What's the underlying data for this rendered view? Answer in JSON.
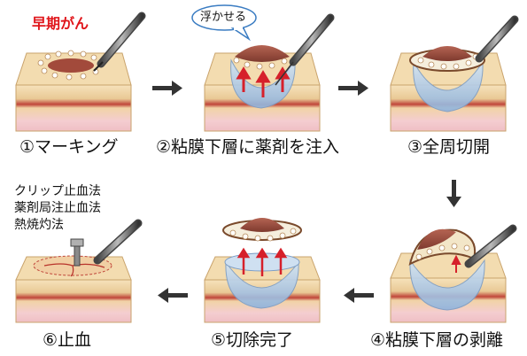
{
  "steps": [
    {
      "caption": "①マーキング"
    },
    {
      "caption": "②粘膜下層に薬剤を注入"
    },
    {
      "caption": "③全周切開"
    },
    {
      "caption": "④粘膜下層の剥離"
    },
    {
      "caption": "⑤切除完了"
    },
    {
      "caption": "⑥止血"
    }
  ],
  "labels": {
    "early_cancer": "早期がん",
    "lift_bubble": "浮かせる"
  },
  "hemostasis_methods": [
    "クリップ止血法",
    "薬剤局注止血法",
    "熱焼灼法"
  ],
  "colors": {
    "tumor": "#9b4a3c",
    "tissue_top": "#f3dcb0",
    "tissue_band": "#b9372e",
    "tissue_bottom": "#f2c8cc",
    "fluid": "#a9c8e8",
    "arrow": "#333333",
    "label_red": "#e0161b",
    "up_arrow": "#d6202a"
  }
}
